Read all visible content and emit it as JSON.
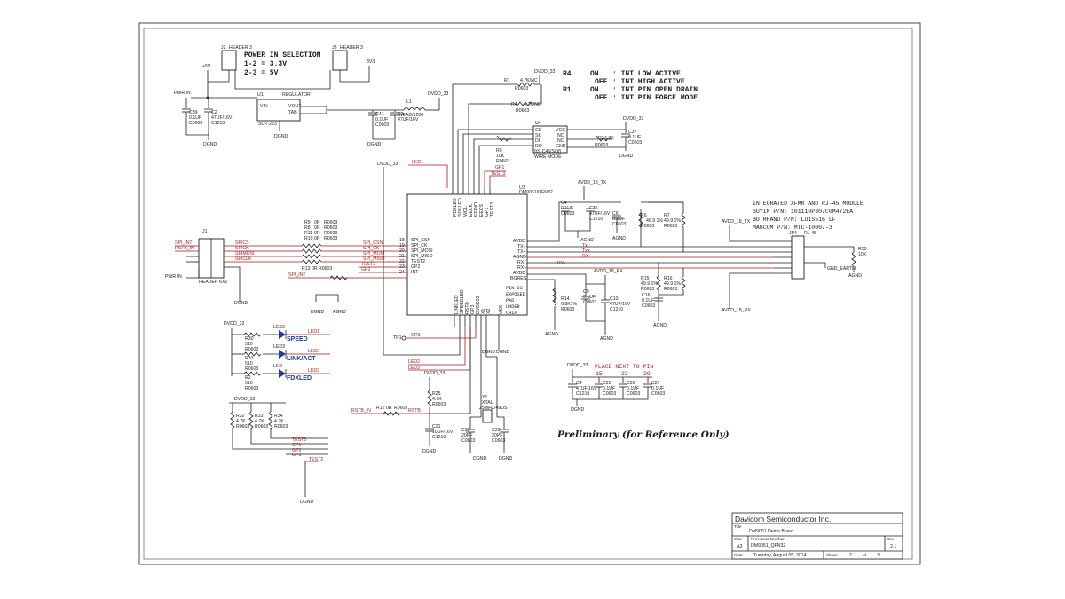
{
  "notes": {
    "power_sel": [
      "POWER IN SELECTION",
      "1-2 = 3.3V",
      "2-3 = 5V"
    ],
    "strap": [
      {
        "ref": "R4",
        "state": "ON",
        "desc": ": INT LOW ACTIVE"
      },
      {
        "ref": "",
        "state": "OFF",
        "desc": ": INT HIGH ACTIVE"
      },
      {
        "ref": "R1",
        "state": "ON",
        "desc": ": INT PIN OPEN DRAIN"
      },
      {
        "ref": "",
        "state": "OFF",
        "desc": ": INT PIN FORCE MODE"
      }
    ],
    "rj45": [
      "INTEGRATED XFMR AND RJ-45 MODULE",
      "SUYIN P/N: 101110P307C0M472EA",
      "BOTHHAND P/N: LU1S516 LF",
      "MAGCOM P/N: MTC-10007-3"
    ],
    "place": "PLACE NEXT TO PIN",
    "place_pins": [
      "15",
      "23",
      "29"
    ],
    "preliminary": "Preliminary (for Reference Only)"
  },
  "u3": {
    "ref": "U3",
    "part": "DM9051/QFN32",
    "top_pins": [
      "PDELED",
      "SDELED",
      "WOL",
      "EECK",
      "EEDIO",
      "EECS",
      "GP1",
      "TEST3"
    ],
    "left_pins": [
      {
        "num": "18",
        "name": "SPI_CSN"
      },
      {
        "num": "19",
        "name": "SPI_CK"
      },
      {
        "num": "20",
        "name": "SPI_MOSI"
      },
      {
        "num": "21",
        "name": "SPI_MISO"
      },
      {
        "num": "22",
        "name": "TEST2"
      },
      {
        "num": "23",
        "name": "GP2"
      },
      {
        "num": "24",
        "name": "INT"
      }
    ],
    "right_pins": [
      "AVDD",
      "TX-",
      "TX+",
      "AGND",
      "RX-",
      "RX+",
      "AVDD",
      "BGRES"
    ],
    "exposed": [
      "PIN 33",
      "EXPOSED",
      "PAD",
      "UNDER",
      "CHIP"
    ],
    "bottom_pins": [
      "LINKLED",
      "SPEEDLED",
      "RSTB",
      "GP3",
      "DVDD33",
      "X1",
      "X2",
      "VSS"
    ]
  },
  "power": {
    "dvdd": "DVDD_33",
    "dgnd": "DGND",
    "agnd": "AGND",
    "v5": "+5V",
    "v33": "3V3",
    "avdd_tx": "AVDD_18_TX",
    "avdd_rx": "AVDD_18_RX",
    "pwr_in": "PWR IN",
    "gnd_earth": "GND_EARTH"
  },
  "parts": {
    "j2": [
      "J2",
      "HEADER 3"
    ],
    "j3": [
      "J3",
      "HEADER 3"
    ],
    "u1": [
      "U1",
      "REGULATOR",
      "VIN",
      "VOUT",
      "TAB",
      "SOT-223"
    ],
    "c39": [
      "C39",
      "0.1UF",
      "C0603"
    ],
    "c2": [
      "C2",
      "47UF/16V",
      "C1210"
    ],
    "c41": [
      "C41",
      "0.1UF",
      "C0603"
    ],
    "c3": [
      "C3",
      "47UF/16V",
      "C1210"
    ],
    "l1": [
      "L1",
      "BEAD/1206"
    ],
    "r1": [
      "R1",
      "4.7K/NC",
      "R0603"
    ],
    "r4": [
      "R4",
      "4.7K/NC",
      "R0603"
    ],
    "u4": [
      "U4",
      "93LC46/SO8",
      "WIRE MODE",
      "CS",
      "SK",
      "DI",
      "DO",
      "VCC",
      "NC",
      "NC",
      "GND"
    ],
    "r5": [
      "R5",
      "10K",
      "R0603"
    ],
    "r3": [
      "R3",
      "4.7K",
      "R0603"
    ],
    "c37": [
      "C37",
      "0.1UF",
      "C0603"
    ],
    "j1": [
      "J1",
      "HEADER 6X2"
    ],
    "c4": [
      "C4",
      "0.1UF",
      "C0603"
    ],
    "c36": [
      "C36",
      "47UF/16V",
      "C1210"
    ],
    "c6": [
      "C6",
      "0.1UF",
      "C0603"
    ],
    "r6": [
      "R6",
      "49.9 1%",
      "R0603"
    ],
    "r7": [
      "R7",
      "49.9 1%",
      "R0603"
    ],
    "r15": [
      "R15",
      "49.9 1%",
      "R0603"
    ],
    "r16": [
      "R16",
      "49.9 1%",
      "R0603"
    ],
    "c16": [
      "C16",
      "0.1UF",
      "C0603"
    ],
    "jp4": [
      "JP4",
      "RJ-45"
    ],
    "r50": [
      "R50",
      "10K"
    ],
    "r14": [
      "R14",
      "6.8K1%",
      "R0603"
    ],
    "c9": [
      "C9",
      "0.1UF",
      "C0603"
    ],
    "c10": [
      "C10",
      "47UF/16V",
      "C1210"
    ],
    "tp1": [
      "TP1"
    ],
    "r25": [
      "R25",
      "4.7K",
      "R0603"
    ],
    "r12": [
      "R12 0R",
      "R0603"
    ],
    "c21": [
      "C21",
      "10UF/16V",
      "C1210"
    ],
    "y1": [
      "Y1",
      "XTAL",
      "25MHZ/49US"
    ],
    "c22": [
      "C22",
      "20PF",
      "C0603"
    ],
    "c23": [
      "C23",
      "20PF",
      "C0603"
    ],
    "leds": [
      {
        "r": "R30",
        "rv": "510",
        "rp": "R0603",
        "led": "LED2",
        "label": "SPEED",
        "net": "LED1"
      },
      {
        "r": "R31",
        "rv": "510",
        "rp": "R0603",
        "led": "LED3",
        "label": "LINK/ACT",
        "net": "LED2"
      },
      {
        "r": "R2",
        "rv": "510",
        "rp": "R0603",
        "led": "LED",
        "label": "FDXLED",
        "net": "LED3"
      }
    ],
    "pullups": [
      {
        "r": "R32",
        "v": "4.7K",
        "p": "R0603"
      },
      {
        "r": "R33",
        "v": "4.7K",
        "p": "R0603"
      },
      {
        "r": "R34",
        "v": "4.7K",
        "p": "R0603"
      }
    ],
    "caps_place": [
      {
        "r": "C4",
        "v": "47UF/16V",
        "p": "C1210"
      },
      {
        "r": "C25",
        "v": "0.1UF",
        "p": "C0603"
      },
      {
        "r": "C26",
        "v": "0.1UF",
        "p": "C0603"
      },
      {
        "r": "C27",
        "v": "0.1UF",
        "p": "C0603"
      }
    ],
    "r9_r10": [
      {
        "r": "R9",
        "v": "0R",
        "p": "R0603"
      },
      {
        "r": "R8",
        "v": "0R",
        "p": "R0603"
      },
      {
        "r": "R11",
        "v": "0R",
        "p": "R0603"
      },
      {
        "r": "R10",
        "v": "0R",
        "p": "R0603"
      }
    ],
    "r13": [
      "R13 0R",
      "R0603"
    ]
  },
  "nets": {
    "j1_left": [
      "SPI_INT",
      "RSTB_IN"
    ],
    "j1_right": [
      "SPICS",
      "SPICK",
      "SPIMOSI",
      "SPICLK"
    ],
    "spi_int": "SPI_INT",
    "test2": "TEST2",
    "gp2": "GP2",
    "led1": "LED1",
    "led2": "LED2",
    "led3": "LED3",
    "gp1": "GP1",
    "test3": "TEST3",
    "gp3": "GP3",
    "rstb": "RSTB",
    "rstb_in": "RSTB_IN",
    "tx": [
      "Tx-",
      "Tx+"
    ],
    "rx": [
      "RX",
      "RX-",
      "RX+"
    ],
    "bottom_nets": [
      "TEST3",
      "GP1",
      "GP2",
      "GP3",
      "TEST2"
    ]
  },
  "title_block": {
    "company": "Davicom Semiconductor Inc.",
    "title_label": "Title",
    "title": "DM9051 Demo Board",
    "size_label": "Size",
    "size": "A3",
    "docnum_label": "Document Number",
    "docnum": "DM9051_QFN32",
    "rev_label": "Rev",
    "rev": "2.1",
    "date_label": "Date:",
    "date": "Tuesday, August 05, 2014",
    "sheet_label": "Sheet",
    "sheet": "2",
    "of_label": "of",
    "of": "3"
  }
}
